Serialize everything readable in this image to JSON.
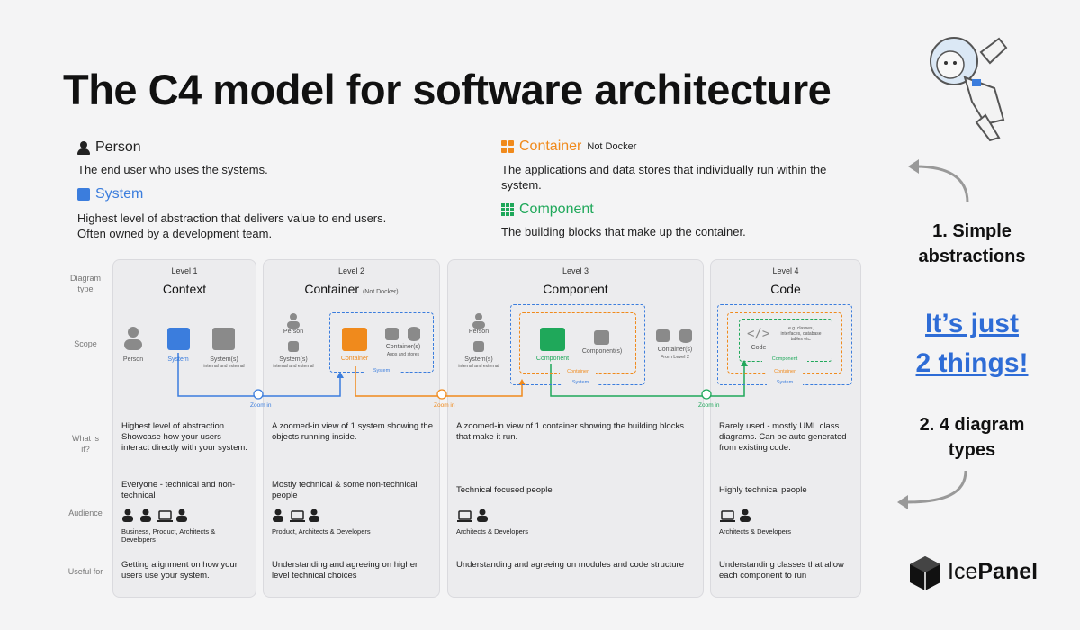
{
  "title": "The C4 model for software architecture",
  "definitions": {
    "person": {
      "label": "Person",
      "text": "The end user who uses the systems."
    },
    "system": {
      "label": "System",
      "text1": "Highest level of abstraction that delivers value to end users.",
      "text2": "Often owned by a development team."
    },
    "container": {
      "label": "Container",
      "note": "Not Docker",
      "text1": "The applications and data stores that individually run within the",
      "text2": "system."
    },
    "component": {
      "label": "Component",
      "text": "The building blocks that make up the container."
    }
  },
  "row_labels": {
    "diagram_type1": "Diagram",
    "diagram_type2": "type",
    "scope": "Scope",
    "what1": "What is",
    "what2": "it?",
    "audience": "Audience",
    "useful": "Useful for"
  },
  "levels": [
    {
      "level": "Level 1",
      "name": "Context",
      "note": "",
      "what": "Highest level of abstraction. Showcase how your users interact directly with your system.",
      "audience": "Everyone - technical and non-technical",
      "roles": "Business, Product, Architects & Developers",
      "useful": "Getting alignment on how your users use your system."
    },
    {
      "level": "Level 2",
      "name": "Container",
      "note": "(Not Docker)",
      "what": "A zoomed-in view of 1 system showing the objects running inside.",
      "audience": "Mostly technical & some non-technical people",
      "roles": "Product, Architects & Developers",
      "useful": "Understanding and agreeing on higher level technical choices"
    },
    {
      "level": "Level 3",
      "name": "Component",
      "note": "",
      "what": "A zoomed-in view of 1 container showing the building blocks that make it run.",
      "audience": "Technical focused people",
      "roles": "Architects & Developers",
      "useful": "Understanding and agreeing on modules and code structure"
    },
    {
      "level": "Level 4",
      "name": "Code",
      "note": "",
      "what": "Rarely used - mostly UML class diagrams. Can be auto generated from existing code.",
      "audience": "Highly technical people",
      "roles": "Architects & Developers",
      "useful": "Understanding classes that allow each component to run"
    }
  ],
  "scope": {
    "person": "Person",
    "system": "System",
    "systems": "System(s)",
    "internal_external": "internal and external",
    "container": "Container",
    "containers": "Container(s)",
    "apps_stores": "Apps and stores",
    "component": "Component",
    "components": "Component(s)",
    "from_level2": "From Level 2",
    "code": "Code",
    "code_note": "e.g. classes, interfaces, database tables etc.",
    "zoom_in": "Zoom in"
  },
  "side": {
    "point1": "1. Simple abstractions",
    "highlight1": "It’s just",
    "highlight2": "2 things!",
    "point2": "2. 4 diagram types"
  },
  "logo": {
    "ice": "Ice",
    "panel": "Panel"
  },
  "colors": {
    "system": "#3b7ddd",
    "container": "#f08a1c",
    "component": "#1fa85a",
    "accent": "#2e6cd6"
  }
}
